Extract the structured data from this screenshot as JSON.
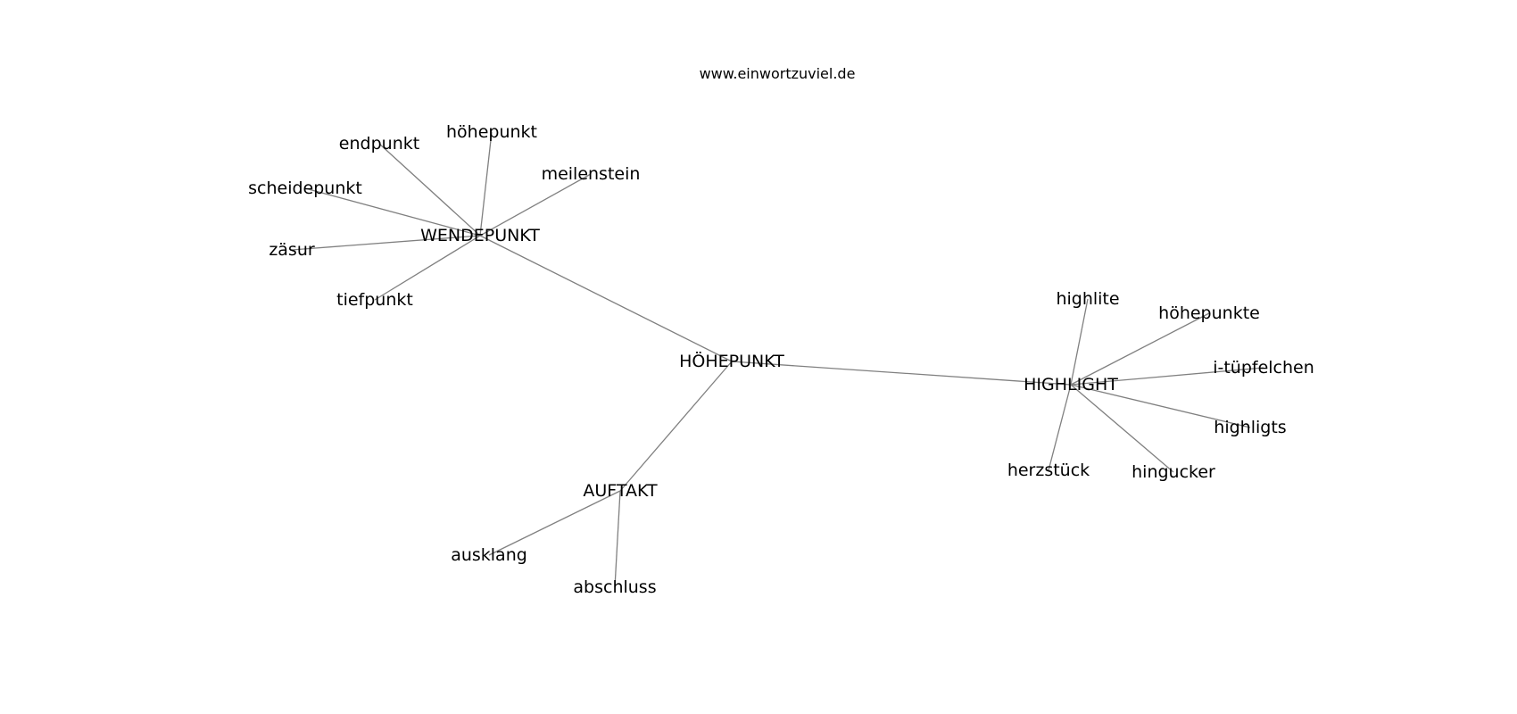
{
  "title": "www.einwortzuviel.de",
  "nodes": [
    {
      "id": "hoehepunkt_main",
      "label": "HÖHEPUNKT"
    },
    {
      "id": "wendepunkt",
      "label": "WENDEPUNKT"
    },
    {
      "id": "highlight",
      "label": "HIGHLIGHT"
    },
    {
      "id": "auftakt",
      "label": "AUFTAKT"
    },
    {
      "id": "endpunkt",
      "label": "endpunkt"
    },
    {
      "id": "hoehepunkt",
      "label": "höhepunkt"
    },
    {
      "id": "meilenstein",
      "label": "meilenstein"
    },
    {
      "id": "scheidepunkt",
      "label": "scheidepunkt"
    },
    {
      "id": "zaesur",
      "label": "zäsur"
    },
    {
      "id": "tiefpunkt",
      "label": "tiefpunkt"
    },
    {
      "id": "highlite",
      "label": "highlite"
    },
    {
      "id": "hoehepunkte",
      "label": "höhepunkte"
    },
    {
      "id": "i_tuepfelchen",
      "label": "i-tüpfelchen"
    },
    {
      "id": "highligts",
      "label": "highligts"
    },
    {
      "id": "hingucker",
      "label": "hingucker"
    },
    {
      "id": "herzstueck",
      "label": "herzstück"
    },
    {
      "id": "ausklang",
      "label": "ausklang"
    },
    {
      "id": "abschluss",
      "label": "abschluss"
    }
  ],
  "edges": [
    [
      "hoehepunkt_main",
      "wendepunkt"
    ],
    [
      "hoehepunkt_main",
      "highlight"
    ],
    [
      "hoehepunkt_main",
      "auftakt"
    ],
    [
      "wendepunkt",
      "endpunkt"
    ],
    [
      "wendepunkt",
      "hoehepunkt"
    ],
    [
      "wendepunkt",
      "meilenstein"
    ],
    [
      "wendepunkt",
      "scheidepunkt"
    ],
    [
      "wendepunkt",
      "zaesur"
    ],
    [
      "wendepunkt",
      "tiefpunkt"
    ],
    [
      "highlight",
      "highlite"
    ],
    [
      "highlight",
      "hoehepunkte"
    ],
    [
      "highlight",
      "i_tuepfelchen"
    ],
    [
      "highlight",
      "highligts"
    ],
    [
      "highlight",
      "hingucker"
    ],
    [
      "highlight",
      "herzstueck"
    ],
    [
      "auftakt",
      "ausklang"
    ],
    [
      "auftakt",
      "abschluss"
    ]
  ]
}
